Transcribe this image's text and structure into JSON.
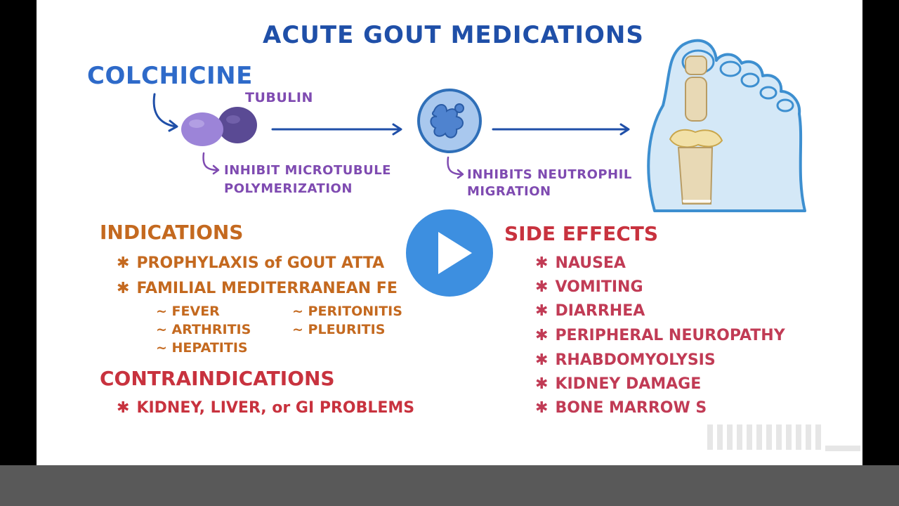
{
  "slide": {
    "title": "ACUTE GOUT MEDICATIONS",
    "drug_name": "COLCHICINE",
    "tubulin_label": "TUBULIN",
    "mechanism_1": [
      "INHIBIT MICROTUBULE",
      "POLYMERIZATION"
    ],
    "mechanism_2": [
      "INHIBITS NEUTROPHIL",
      "MIGRATION"
    ],
    "indications": {
      "heading": "INDICATIONS",
      "items": [
        "PROPHYLAXIS of GOUT ATTA",
        "FAMILIAL MEDITERRANEAN FE"
      ],
      "subitems": [
        "~ FEVER",
        "~ PERITONITIS",
        "~ ARTHRITIS",
        "~ PLEURITIS",
        "~ HEPATITIS"
      ]
    },
    "contraindications": {
      "heading": "CONTRAINDICATIONS",
      "items": [
        "KIDNEY, LIVER, or GI PROBLEMS"
      ]
    },
    "side_effects": {
      "heading": "SIDE EFFECTS",
      "items": [
        "NAUSEA",
        "VOMITING",
        "DIARRHEA",
        "PERIPHERAL NEUROPATHY",
        "RHABDOMYOLYSIS",
        "KIDNEY DAMAGE",
        "BONE MARROW S"
      ]
    },
    "bullet_char": "✱"
  },
  "colors": {
    "title": "#1f4fa8",
    "drug": "#2e6ac9",
    "purple": "#7f4bb1",
    "orange": "#c4691f",
    "crimson": "#c8323e",
    "play_button": "#3d8fe0"
  },
  "icons": {
    "play": "play-icon",
    "tubulin": "tubulin-dimer-icon",
    "neutrophil": "neutrophil-cell-icon",
    "foot": "foot-illustration"
  }
}
